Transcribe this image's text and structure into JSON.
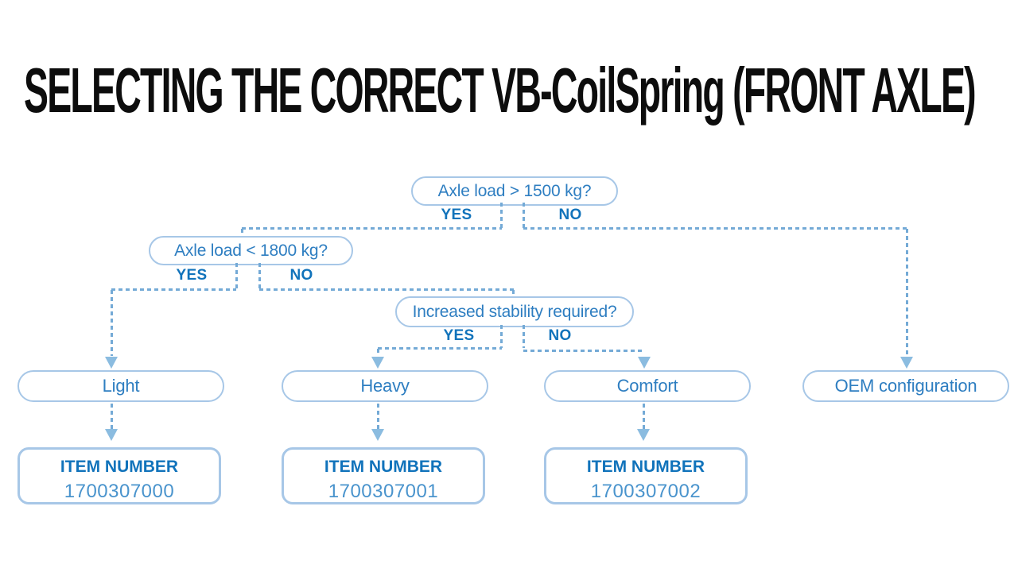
{
  "title": "SELECTING THE CORRECT VB-CoilSpring (FRONT AXLE)",
  "colors": {
    "border": "#a7c7e7",
    "text": "#2e7ec1",
    "label": "#1173bb",
    "number": "#4a94cd",
    "line": "#74aad6",
    "arrow": "#8bbce0",
    "title": "#0d0d0d"
  },
  "flowchart": {
    "questions": [
      {
        "label": "Axle load > 1500 kg?",
        "yes_label": "YES",
        "no_label": "NO"
      },
      {
        "label": "Axle load < 1800 kg?",
        "yes_label": "YES",
        "no_label": "NO"
      },
      {
        "label": "Increased stability required?",
        "yes_label": "YES",
        "no_label": "NO"
      }
    ],
    "results": [
      {
        "label": "Light",
        "item_heading": "ITEM NUMBER",
        "item_number": "1700307000"
      },
      {
        "label": "Heavy",
        "item_heading": "ITEM NUMBER",
        "item_number": "1700307001"
      },
      {
        "label": "Comfort",
        "item_heading": "ITEM NUMBER",
        "item_number": "1700307002"
      },
      {
        "label": "OEM configuration"
      }
    ]
  }
}
